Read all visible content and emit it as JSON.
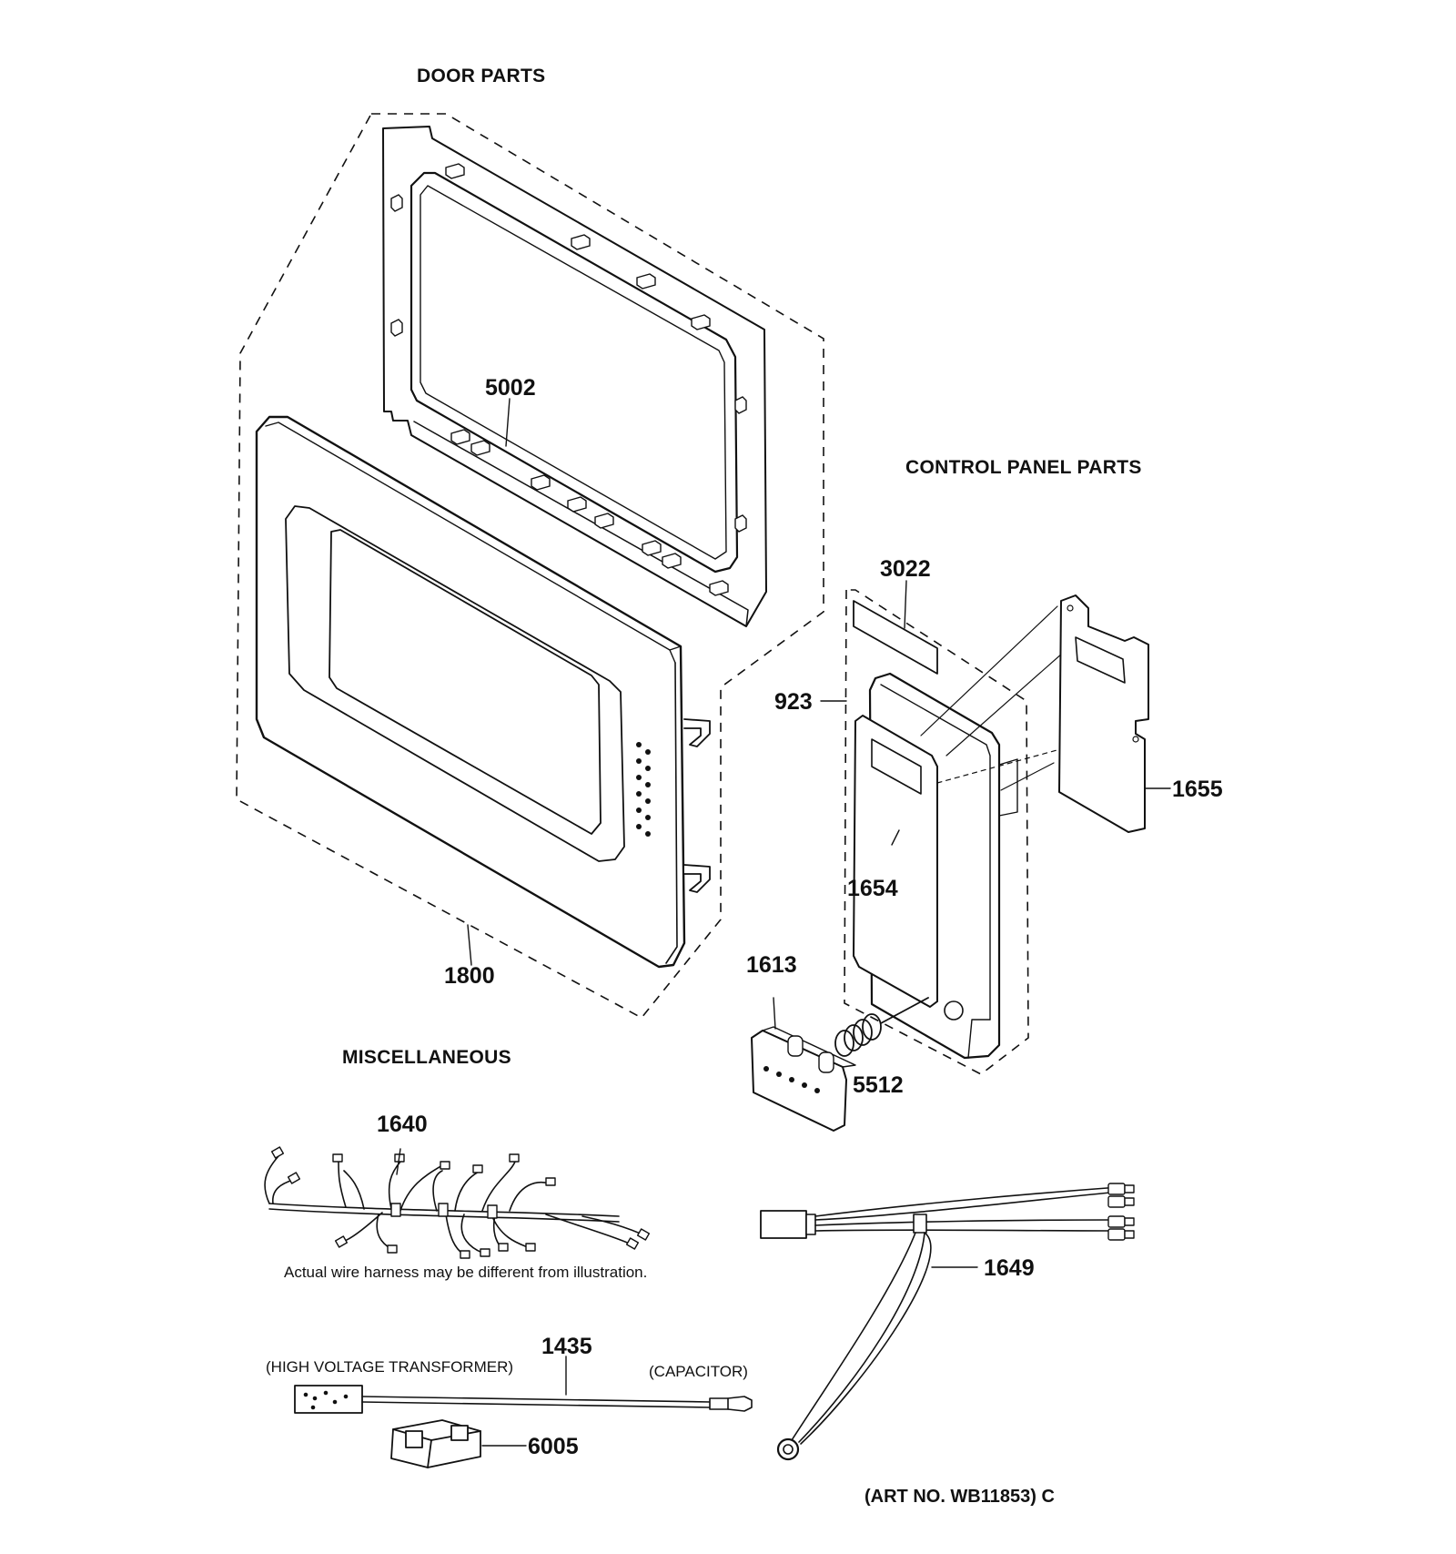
{
  "sections": {
    "door": "DOOR PARTS",
    "control": "CONTROL PANEL PARTS",
    "misc": "MISCELLANEOUS"
  },
  "parts": {
    "p5002": "5002",
    "p1800": "1800",
    "p3022": "3022",
    "p923": "923",
    "p1655": "1655",
    "p1654": "1654",
    "p1613": "1613",
    "p5512": "5512",
    "p1640": "1640",
    "p1649": "1649",
    "p1435": "1435",
    "p6005": "6005"
  },
  "notes": {
    "harness": "Actual wire harness may be different from illustration.",
    "transformer": "(HIGH VOLTAGE TRANSFORMER)",
    "capacitor": "(CAPACITOR)",
    "art_no": "(ART NO. WB11853) C"
  }
}
